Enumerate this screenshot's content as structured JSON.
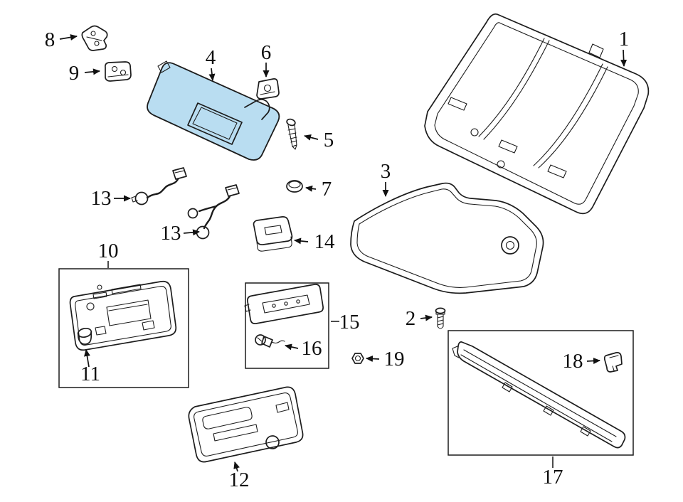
{
  "diagram": {
    "background_color": "#ffffff",
    "line_color": "#1c1c1c",
    "highlight_color": "#b9ddf1",
    "callouts": [
      {
        "number": "1"
      },
      {
        "number": "2"
      },
      {
        "number": "3"
      },
      {
        "number": "4"
      },
      {
        "number": "5"
      },
      {
        "number": "6"
      },
      {
        "number": "7"
      },
      {
        "number": "8"
      },
      {
        "number": "9"
      },
      {
        "number": "10"
      },
      {
        "number": "11"
      },
      {
        "number": "12"
      },
      {
        "number": "13"
      },
      {
        "number": "13"
      },
      {
        "number": "14"
      },
      {
        "number": "15"
      },
      {
        "number": "16"
      },
      {
        "number": "17"
      },
      {
        "number": "18"
      },
      {
        "number": "19"
      }
    ]
  }
}
